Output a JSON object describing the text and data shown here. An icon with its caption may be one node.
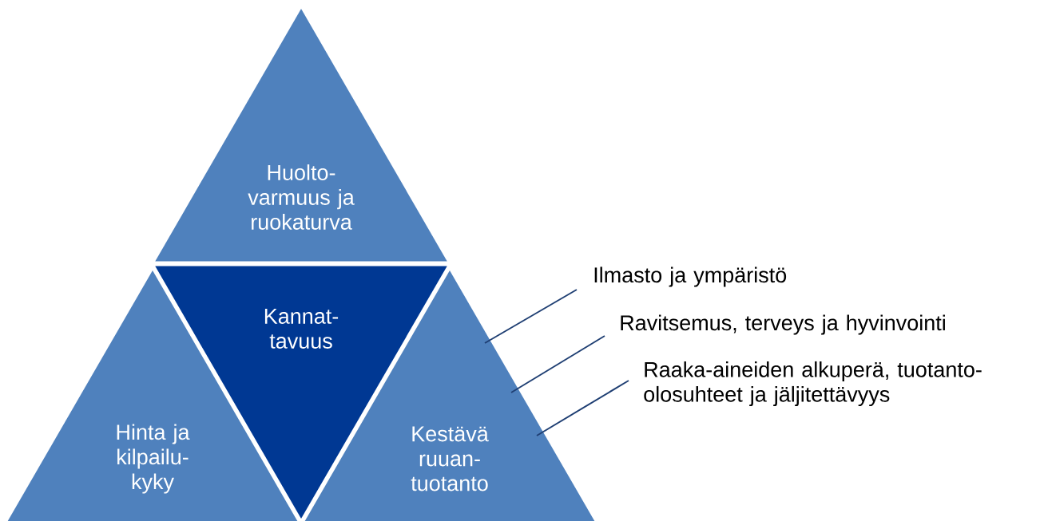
{
  "diagram": {
    "nodes": [
      {
        "text": [
          "Huolto- varmuus ja ruokaturva"
        ]
      },
      {
        "text": [
          "Kannat- tavuus"
        ]
      },
      {
        "text": [
          "Hinta ja kilpailu- kyky"
        ]
      },
      {
        "text": [
          "Kestävä ruuan- tuotanto"
        ]
      },
      {
        "text": [
          "Ilmasto ja ympäristö"
        ]
      },
      {
        "text": [
          "Ravitsemus, terveys ja hyvinvointi"
        ]
      },
      {
        "text": [
          "Raaka-aineiden alkuperä, tuotanto- olosuhteet ja jäljitettävyys"
        ]
      }
    ],
    "edges": [
      {
        "from": 4,
        "to": 3,
        "arrow": "none"
      },
      {
        "from": 5,
        "to": 3,
        "arrow": "none"
      },
      {
        "from": 6,
        "to": 3,
        "arrow": "none"
      }
    ]
  }
}
